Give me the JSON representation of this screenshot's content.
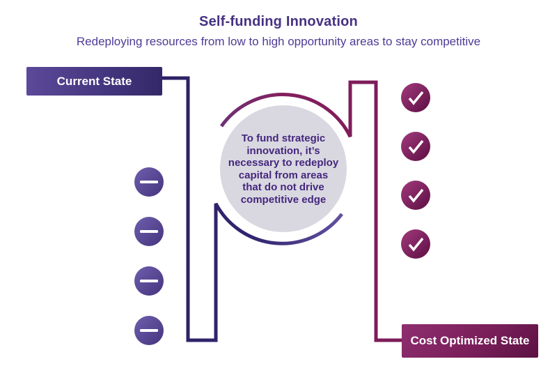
{
  "title": "Self-funding Innovation",
  "subtitle": "Redeploying resources from low to high opportunity areas to stay competitive",
  "current_state": {
    "label": "Current State"
  },
  "cost_optimized_state": {
    "label": "Cost Optimized State"
  },
  "center_circle": {
    "text": "To fund strategic innovation, it’s necessary to redeploy capital from areas that do not drive competitive edge",
    "lines": [
      "To fund strategic",
      "innovation, it’s",
      "necessary to redeploy",
      "capital from areas",
      "that do not drive",
      "competitive edge"
    ]
  },
  "minus_icons": {
    "symbol": "minus-icon",
    "count": 4
  },
  "check_icons": {
    "symbol": "check-icon",
    "count": 4
  },
  "colors": {
    "title_text": "#463183",
    "subtitle_text": "#4f3a96",
    "current_box_gradient_start": "#5c4999",
    "current_box_gradient_end": "#342868",
    "cost_box_gradient_start": "#8f2e70",
    "cost_box_gradient_end": "#5c1243",
    "current_path_dark": "#2c2063",
    "current_path_light": "#6553a3",
    "cost_path_purple": "#6d3175",
    "cost_path_maroon": "#7c1b59",
    "center_circle_fill": "#d9d8e1",
    "center_circle_text": "#45277d",
    "minus_gradient_start": "#6e5fac",
    "minus_gradient_end": "#46337f",
    "check_gradient_start": "#a23a7c",
    "check_gradient_end": "#5c0e43",
    "icon_glyph": "#ffffff"
  }
}
